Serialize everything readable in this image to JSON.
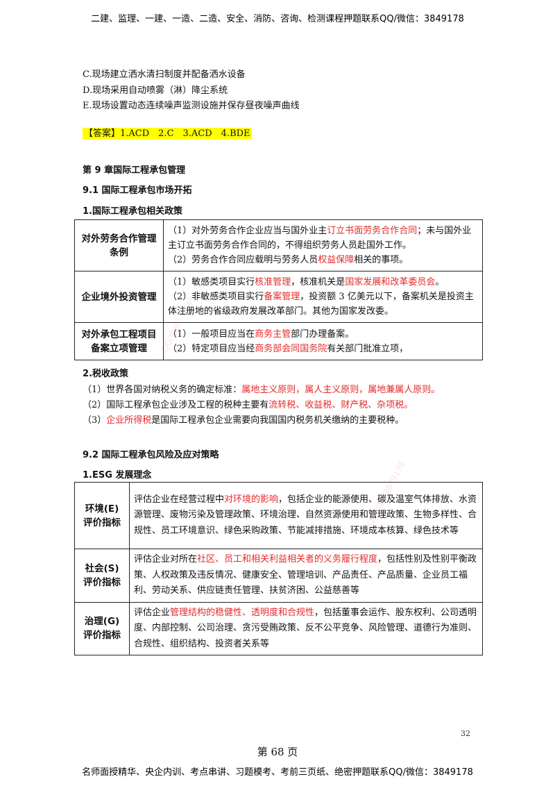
{
  "banner_top": "二建、监理、一建、一造、二造、安全、消防、咨询、检测课程押题联系QQ/微信：3849178",
  "options": [
    "C.现场建立洒水清扫制度并配备洒水设备",
    "D.现场采用自动喷雾（淋）降尘系统",
    "E.现场设置动态连续噪声监测设施并保存昼夜噪声曲线"
  ],
  "answer": "【答案】1.ACD　2.C　3.ACD　4.BDE",
  "chapter_title": "第 9 章国际工程承包管理",
  "section_1": "9.1 国际工程承包市场开拓",
  "sub_1": "1.国际工程承包相关政策",
  "policy_table": {
    "row1": {
      "label": "对外劳务合作管理条例",
      "l1_pre": "（1）对外劳务合作企业应当与国外业主",
      "l1_red": "订立书面劳务合作合同",
      "l1_post": "；未与国外业主订立书面劳务合作合同的，不得组织劳务人员赴国外工作。",
      "l2_pre": "（2）劳务合作合同应载明与劳务人员",
      "l2_red": "权益保障",
      "l2_post": "相关的事项。"
    },
    "row2": {
      "label": "企业境外投资管理",
      "l1_pre": "（1）敏感类项目实行",
      "l1_red": "核准管理",
      "l1_mid": "，核准机关是",
      "l1_red2": "国家发展和改革委员会",
      "l1_post": "。",
      "l2_pre": "（2）非敏感类项目实行",
      "l2_red": "备案管理",
      "l2_post": "，投资额 3 亿美元以下，备案机关是投资主体注册地的省级政府发展改革部门。其他为国家发改委。"
    },
    "row3": {
      "label": "对外承包工程项目备案立项管理",
      "l1_pre": "（1）一般项目应当在",
      "l1_red": "商务主管",
      "l1_post": "部门办理备案。",
      "l2_pre": "（2）特定项目应当经",
      "l2_red": "商务部会同国务院",
      "l2_post": "有关部门批准立项，"
    }
  },
  "sub_2": "2.税收政策",
  "tax": {
    "l1_pre": "（1）世界各国对纳税义务的确定标准：",
    "l1_red": "属地主义原则，属人主义原则，属地兼属人原则。",
    "l2_pre": "（2）国际工程承包企业涉及工程的税种主要有",
    "l2_red": "流转税、收益税、财产税、杂项税。",
    "l3_pre": "（3）",
    "l3_red": "企业所得税",
    "l3_post": "是国际工程承包企业需要向我国国内税务机关缴纳的主要税种。"
  },
  "section_2": "9.2 国际工程承包风险及应对策略",
  "sub_3": "1.ESG 发展理念",
  "esg_table": {
    "env": {
      "label_1": "环境(E)",
      "label_2": "评价指标",
      "pre": "评估企业在经营过程中",
      "red": "对环境的影响",
      "post": "，包括企业的能源使用、碳及温室气体排放、水资源管理、废物污染及管理政策、环境治理、自然资源使用和管理政策、生物多样性、合规性、员工环境意识、绿色采购政策、节能减排措施、环境成本核算、绿色技术等"
    },
    "soc": {
      "label_1": "社会(S)",
      "label_2": "评价指标",
      "pre": "评估企业对所在",
      "red": "社区、员工和相关利益相关者的义务履行程度",
      "post": "，包括性别及性别平衡政策、人权政策及违反情况、健康安全、管理培训、产品责任、产品质量、企业员工福利、劳动关系、供应链责任管理、扶贫济困、公益慈善等"
    },
    "gov": {
      "label_1": "治理(G)",
      "label_2": "评价指标",
      "pre": "评估企业",
      "red": "管理结构的稳健性、透明度和合规性",
      "post": "，包括董事会运作、股东权利、公司透明度、内部控制、公司治理、贪污受贿政策、反不公平竞争、风险管理、道德行为准则、合规性、组织结构、投资者关系等"
    }
  },
  "folio": "32",
  "page_num": "第 68 页",
  "banner_bottom": "名师面授精华、央企内训、考点串讲、习题模考、考前三页纸、绝密押题联系QQ/微信：3849178"
}
